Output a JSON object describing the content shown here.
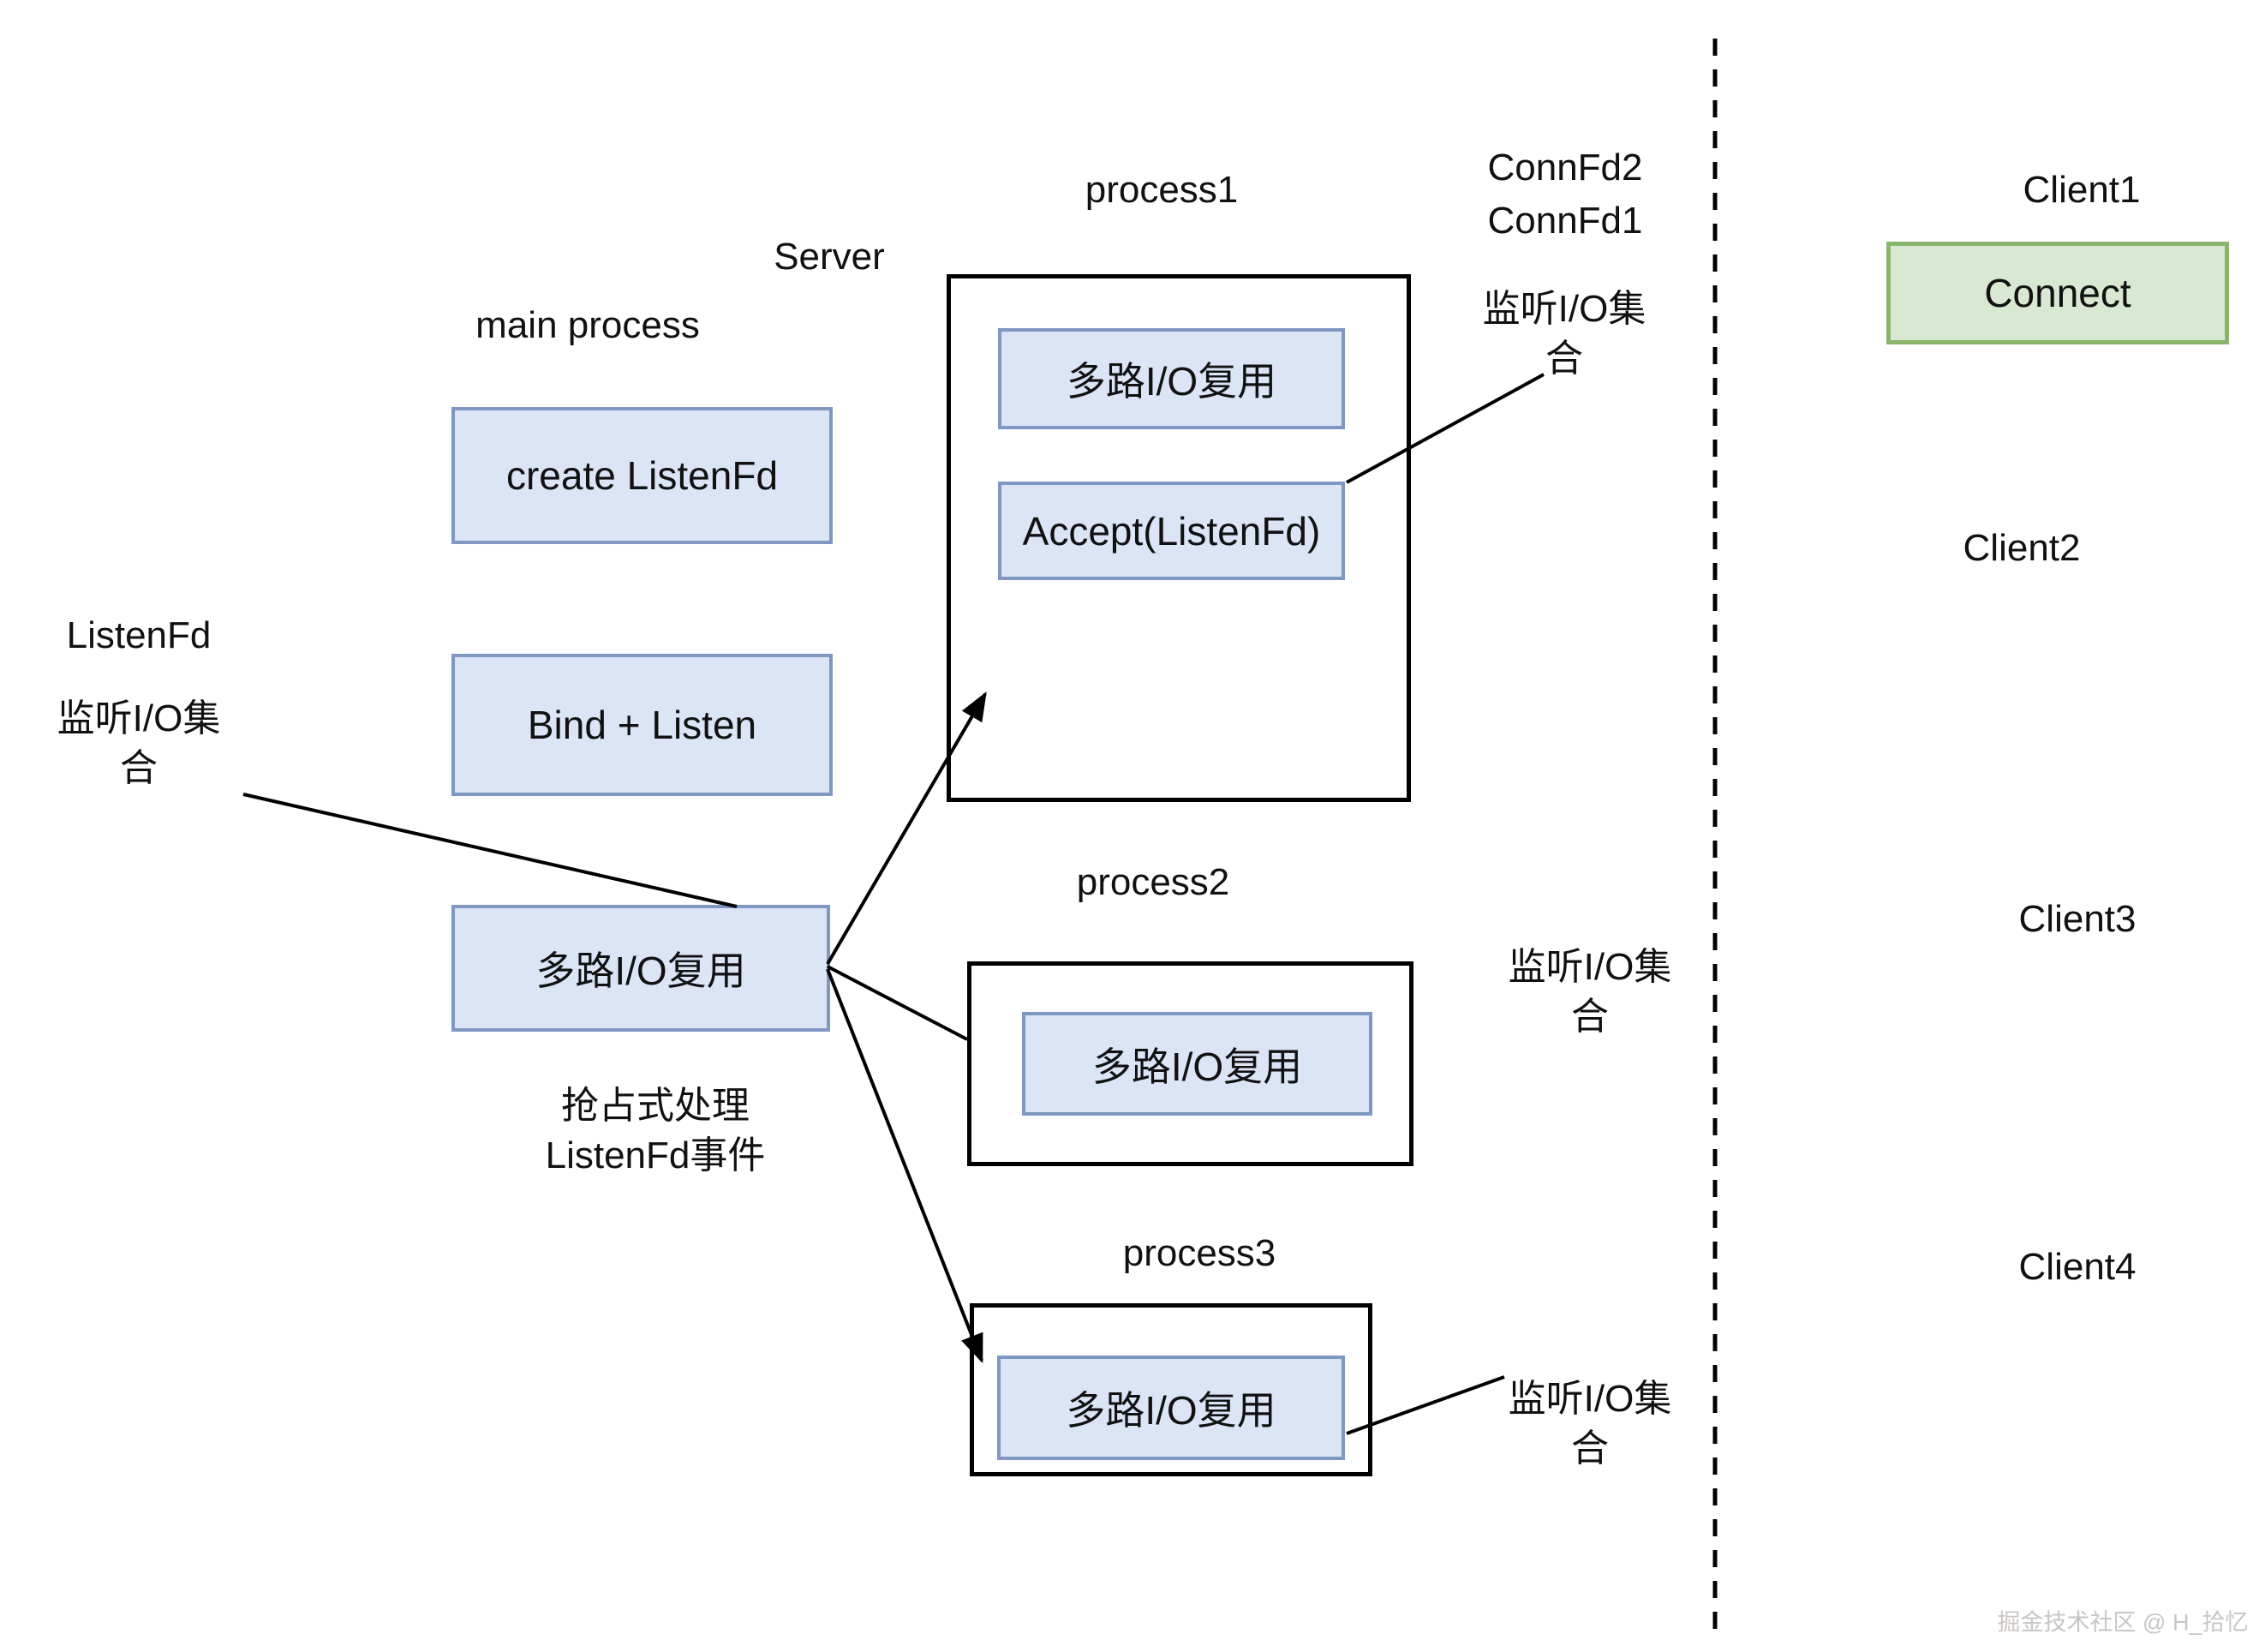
{
  "colors": {
    "box_fill": "#dbe5f6",
    "box_border": "#7f97c1",
    "process_border": "#000000",
    "connect_fill": "#d9e8d2",
    "connect_border": "#8ab56d",
    "connector": "#000000",
    "watermark": "#c9c6c3"
  },
  "labels": {
    "server": "Server",
    "main_process": "main process",
    "process1": "process1",
    "process2": "process2",
    "process3": "process3",
    "connfd2": "ConnFd2",
    "connfd1": "ConnFd1",
    "listenfd": "ListenFd",
    "listen_io_set_lines": [
      "监听I/O集",
      "合"
    ],
    "preempt_lines": [
      "抢占式处理",
      "ListenFd事件"
    ],
    "clients": [
      "Client1",
      "Client2",
      "Client3",
      "Client4"
    ],
    "watermark": "掘金技术社区 @ H_拾忆"
  },
  "boxes": {
    "create_listenfd": "create ListenFd",
    "bind_listen": "Bind + Listen",
    "multiplex_io": "多路I/O复用",
    "accept_listenfd": "Accept(ListenFd)",
    "connect": "Connect"
  }
}
